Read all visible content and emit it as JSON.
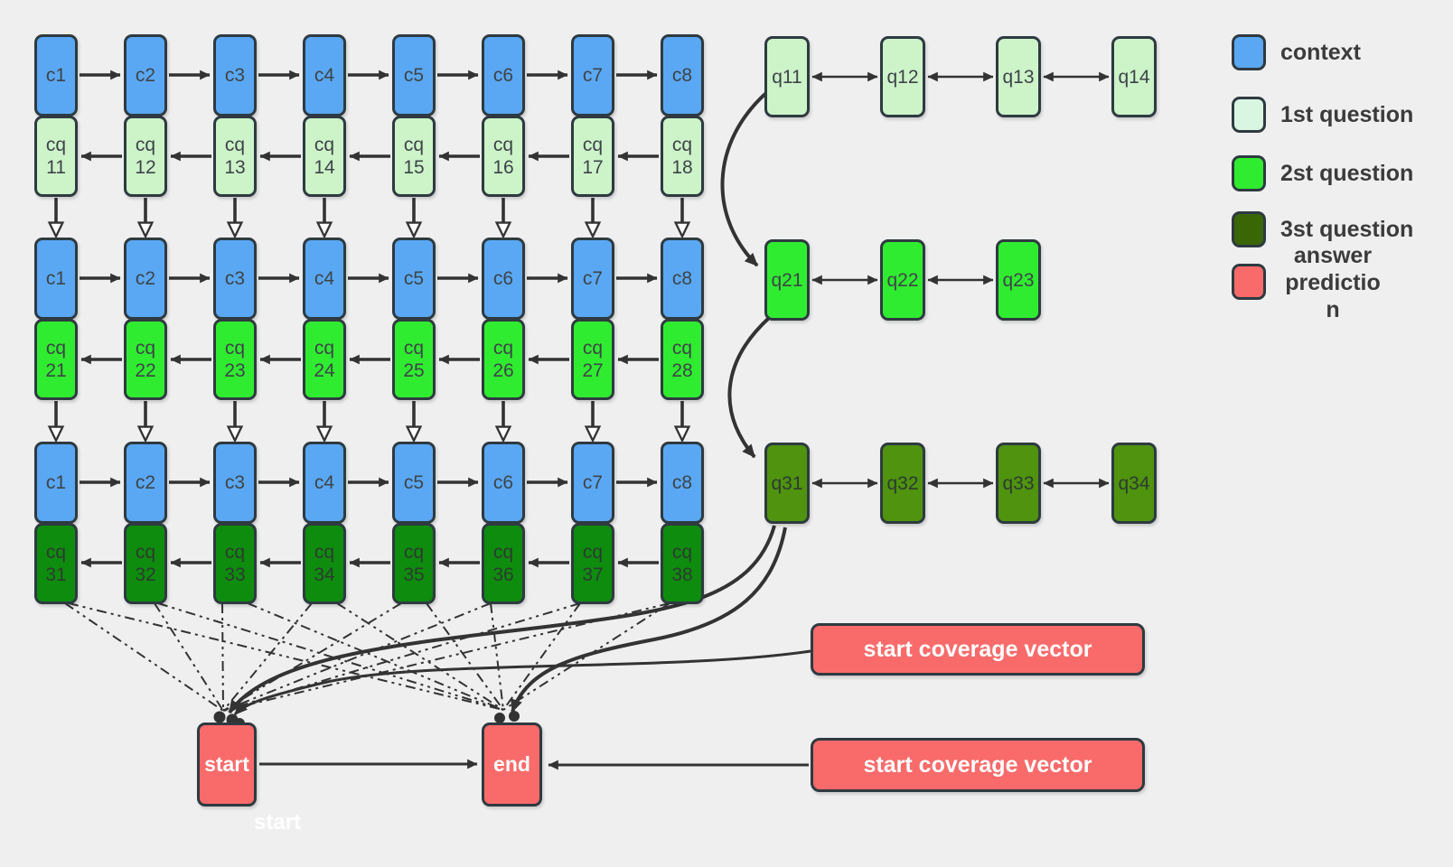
{
  "colors": {
    "background": "#EFEFEF",
    "context": "#5AA8F4",
    "question1": "#CDF3C9",
    "question1_legend": "#D9F6E3",
    "question2": "#30EC30",
    "question3_context": "#0E8C0E",
    "question3_q": "#4F930E",
    "question3_legend": "#3A6606",
    "answer": "#F96B6B",
    "border": "#2E3A40",
    "arrow": "#333333"
  },
  "grid_rows": [
    {
      "context": [
        "c1",
        "c2",
        "c3",
        "c4",
        "c5",
        "c6",
        "c7",
        "c8"
      ],
      "merged": [
        "cq 11",
        "cq 12",
        "cq 13",
        "cq 14",
        "cq 15",
        "cq 16",
        "cq 17",
        "cq 18"
      ],
      "merged_color": "question1"
    },
    {
      "context": [
        "c1",
        "c2",
        "c3",
        "c4",
        "c5",
        "c6",
        "c7",
        "c8"
      ],
      "merged": [
        "cq 21",
        "cq 22",
        "cq 23",
        "cq 24",
        "cq 25",
        "cq 26",
        "cq 27",
        "cq 28"
      ],
      "merged_color": "question2"
    },
    {
      "context": [
        "c1",
        "c2",
        "c3",
        "c4",
        "c5",
        "c6",
        "c7",
        "c8"
      ],
      "merged": [
        "cq 31",
        "cq 32",
        "cq 33",
        "cq 34",
        "cq 35",
        "cq 36",
        "cq 37",
        "cq 38"
      ],
      "merged_color": "question3_context"
    }
  ],
  "question_rows": [
    {
      "labels": [
        "q11",
        "q12",
        "q13",
        "q14"
      ],
      "color": "question1"
    },
    {
      "labels": [
        "q21",
        "q22",
        "q23"
      ],
      "color": "question2"
    },
    {
      "labels": [
        "q31",
        "q32",
        "q33",
        "q34"
      ],
      "color": "question3_q"
    }
  ],
  "nodes": {
    "start": "start",
    "end": "end",
    "start_caption": "start"
  },
  "coverage": [
    {
      "label": "start coverage vector"
    },
    {
      "label": "start coverage vector"
    }
  ],
  "legend": {
    "items": [
      {
        "label": "context",
        "color": "context"
      },
      {
        "label": "1st question",
        "color": "question1_legend"
      },
      {
        "label": "2st question",
        "color": "question2"
      },
      {
        "label": "3st question",
        "color": "question3_legend"
      },
      {
        "label": "answer prediction",
        "label_lines": [
          "answer",
          "predictio",
          "n"
        ],
        "color": "answer"
      }
    ]
  }
}
